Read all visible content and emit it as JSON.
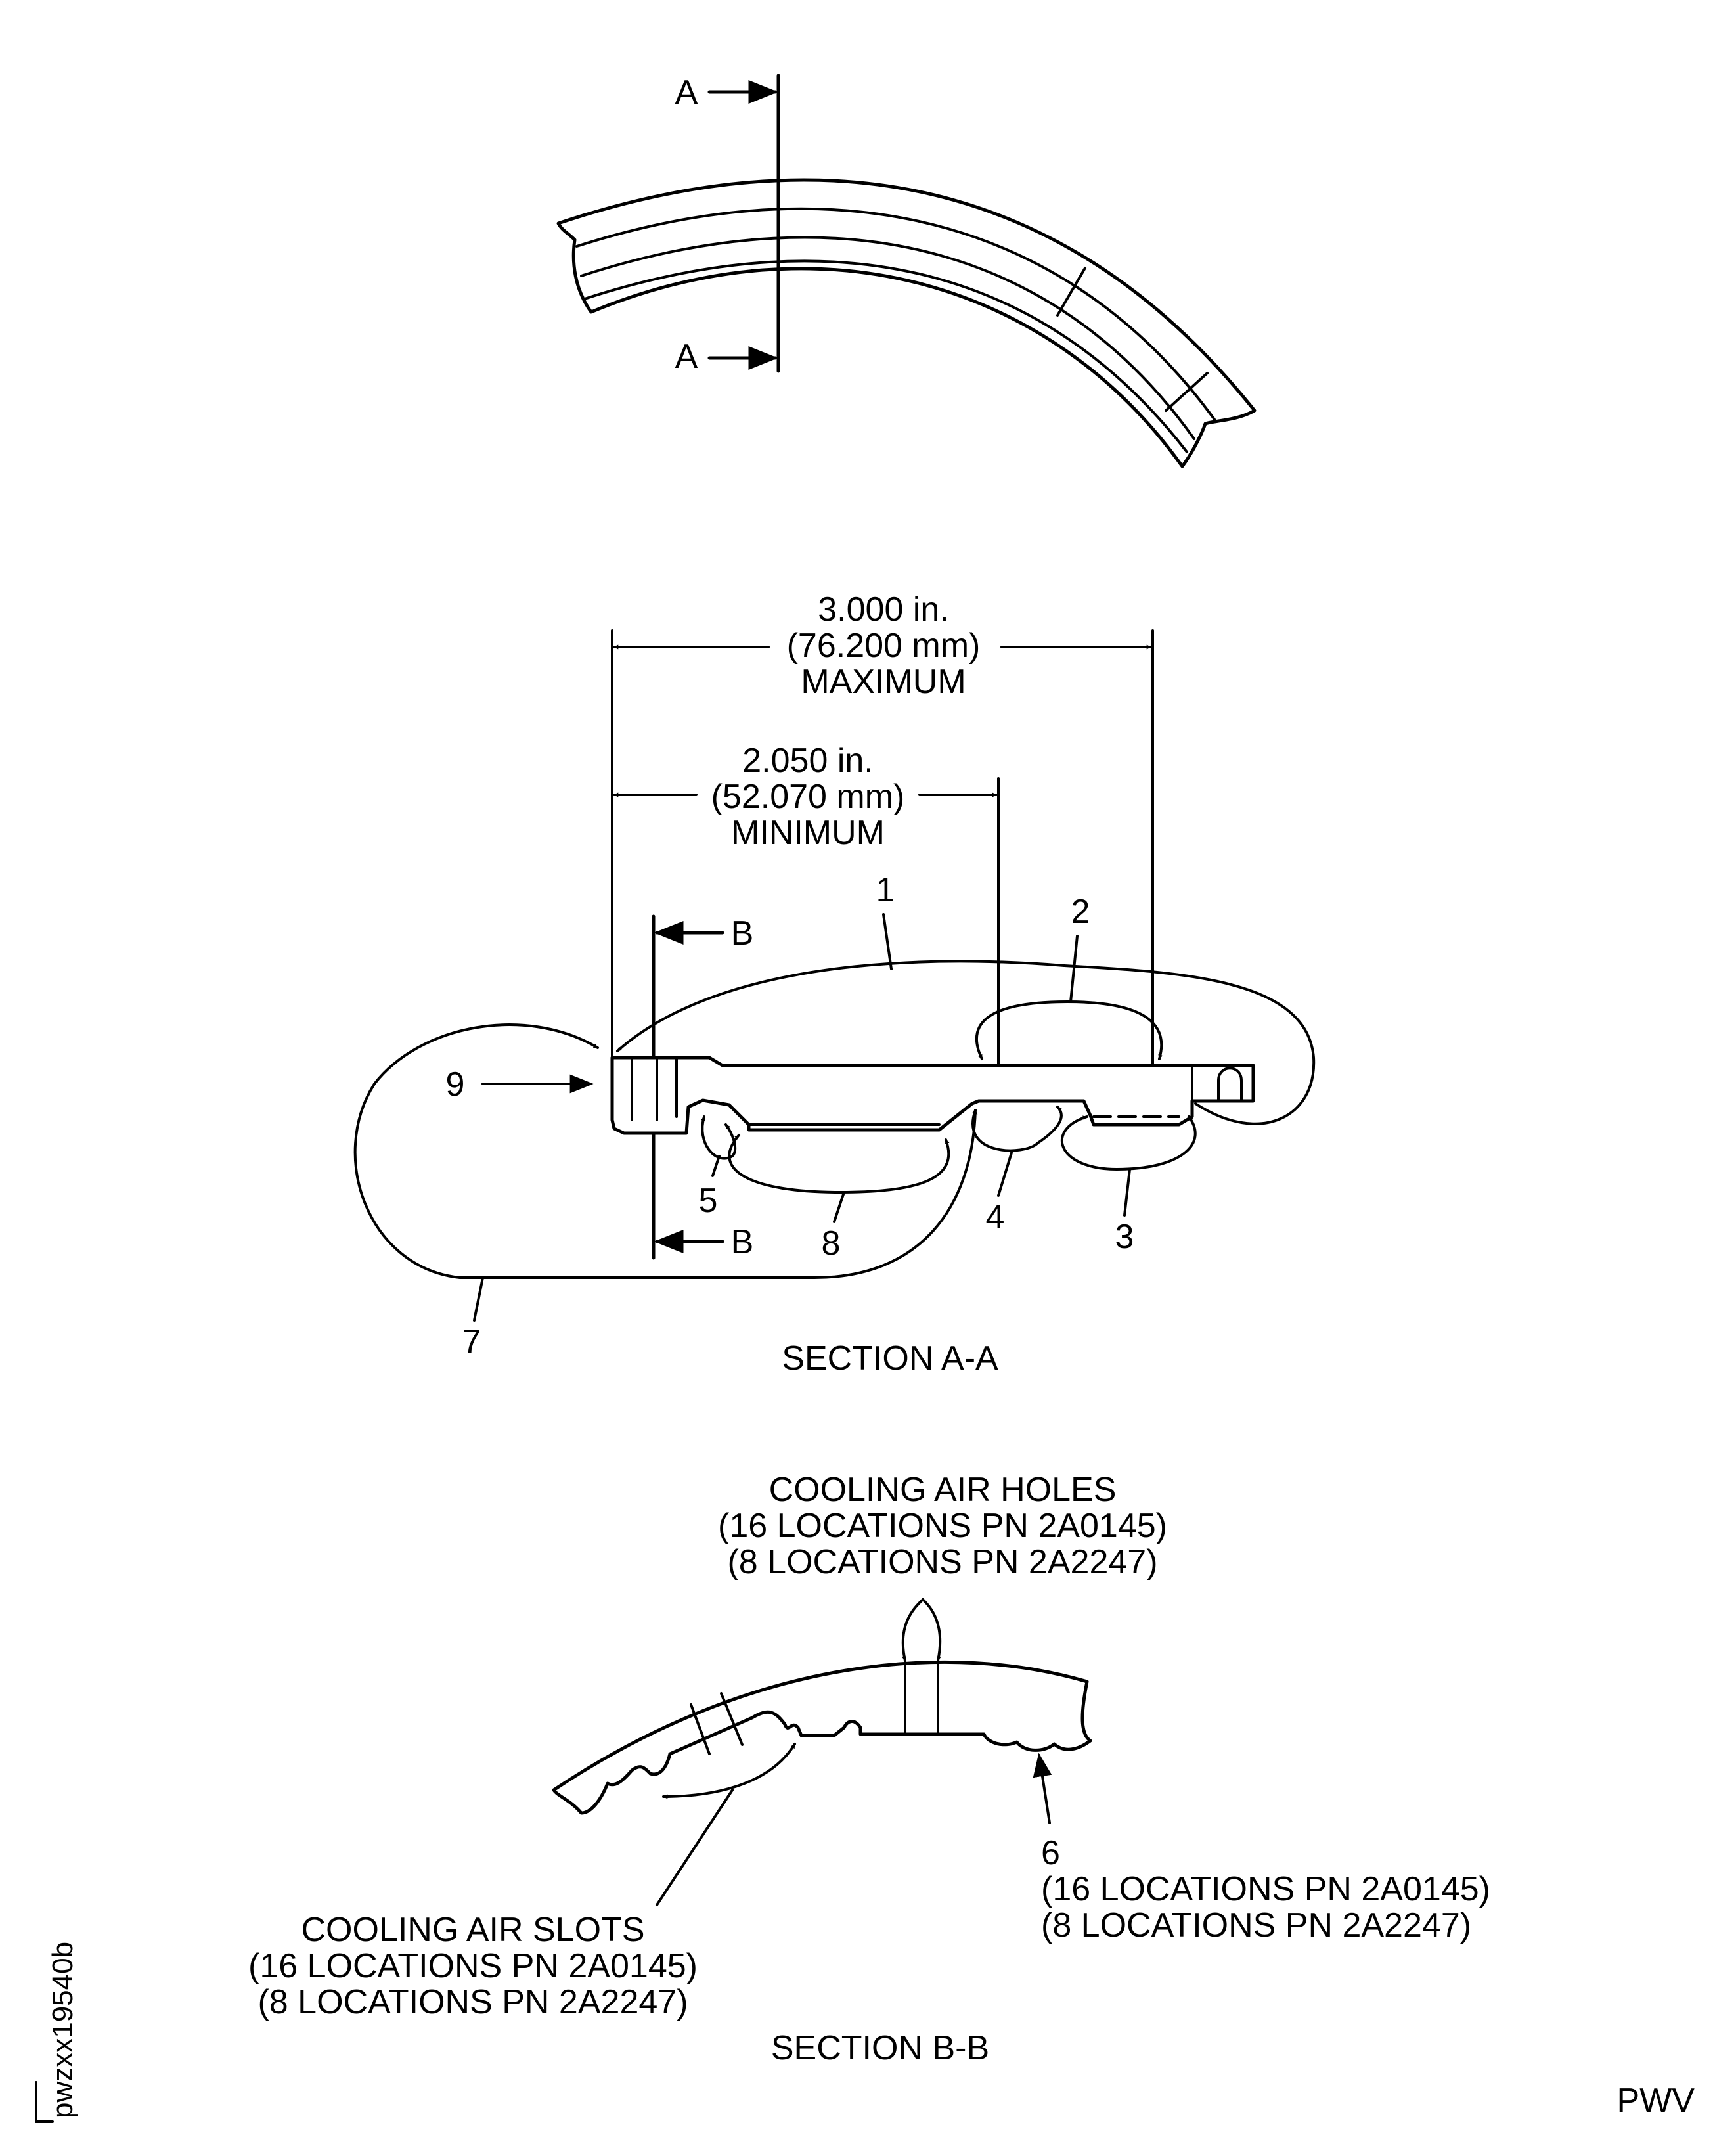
{
  "top_view": {
    "section_mark_top": "A",
    "section_mark_bottom": "A"
  },
  "section_aa": {
    "dim_max": {
      "in": "3.000 in.",
      "mm": "(76.200 mm)",
      "note": "MAXIMUM"
    },
    "dim_min": {
      "in": "2.050 in.",
      "mm": "(52.070 mm)",
      "note": "MINIMUM"
    },
    "section_mark_top": "B",
    "section_mark_bottom": "B",
    "callouts": [
      "1",
      "2",
      "3",
      "4",
      "5",
      "7",
      "8",
      "9"
    ],
    "title": "SECTION A-A"
  },
  "section_bb": {
    "holes_label": {
      "title": "COOLING AIR HOLES",
      "line1": "(16 LOCATIONS PN 2A0145)",
      "line2": "(8 LOCATIONS PN 2A2247)"
    },
    "slots_label": {
      "title": "COOLING AIR SLOTS",
      "line1": "(16 LOCATIONS PN 2A0145)",
      "line2": "(8 LOCATIONS PN 2A2247)"
    },
    "item6_label": {
      "number": "6",
      "line1": "(16 LOCATIONS PN 2A0145)",
      "line2": "(8 LOCATIONS PN 2A2247)"
    },
    "title": "SECTION B-B"
  },
  "figure_id": "pwzxx19540b",
  "footer_code": "PWV"
}
